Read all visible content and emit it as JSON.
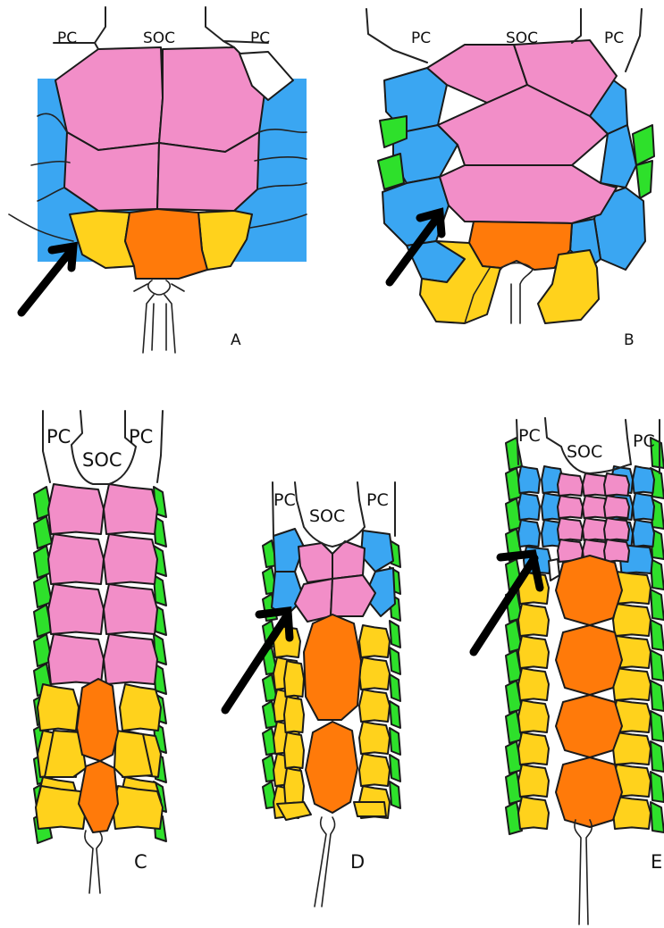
{
  "colors": {
    "pink": "#f28ec8",
    "blue": "#3aa6f2",
    "yellow": "#ffd21c",
    "orange": "#ff7a0a",
    "green": "#2ee02b",
    "outline": "#1a1a1a",
    "background": "#ffffff"
  },
  "panels": [
    {
      "id": "A",
      "label": "A",
      "left_plate": "PC",
      "center_plate": "SOC",
      "right_plate": "PC"
    },
    {
      "id": "B",
      "label": "B",
      "left_plate": "PC",
      "center_plate": "SOC",
      "right_plate": "PC"
    },
    {
      "id": "C",
      "label": "C",
      "left_plate": "PC",
      "center_plate": "SOC",
      "right_plate": "PC"
    },
    {
      "id": "D",
      "label": "D",
      "left_plate": "PC",
      "center_plate": "SOC",
      "right_plate": "PC"
    },
    {
      "id": "E",
      "label": "E",
      "left_plate": "PC",
      "center_plate": "SOC",
      "right_plate": "PC"
    }
  ]
}
